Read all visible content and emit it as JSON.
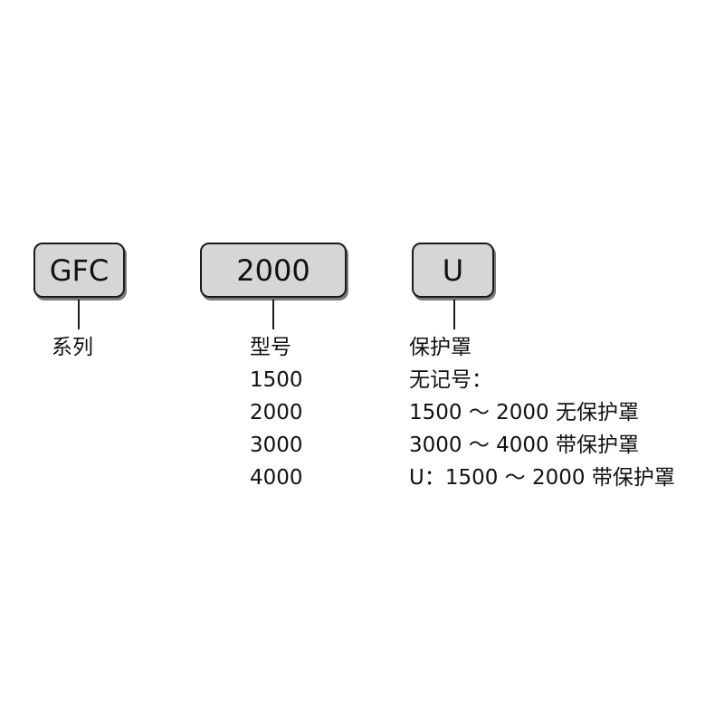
{
  "codes": {
    "series": "GFC",
    "model": "2000",
    "cover": "U"
  },
  "series": {
    "title": "系列"
  },
  "model": {
    "title": "型号",
    "values": [
      "1500",
      "2000",
      "3000",
      "4000"
    ]
  },
  "cover": {
    "title": "保护罩",
    "notes": [
      "无记号：",
      "1500 ～ 2000 无保护罩",
      "3000 ～ 4000 带保护罩",
      "U：1500 ～ 2000 带保护罩"
    ]
  }
}
